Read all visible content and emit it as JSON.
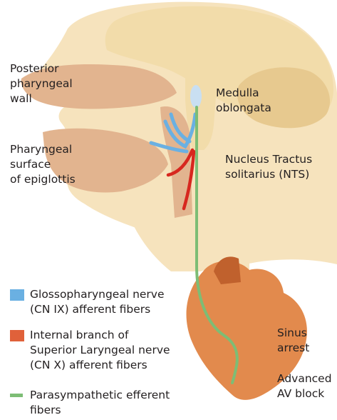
{
  "labels": {
    "posterior_pharyngeal_wall": "Posterior\npharyngeal\nwall",
    "pharyngeal_surface_epiglottis": "Pharyngeal\nsurface\nof epiglottis",
    "medulla_oblongata": "Medulla\noblongata",
    "nts": "Nucleus Tractus\nsolitarius (NTS)",
    "sinus_arrest": "Sinus\narrest",
    "av_block": "Advanced\nAV block"
  },
  "legend": [
    {
      "text": "Glossopharyngeal nerve\n(CN IX) afferent fibers",
      "color": "#6ab0e2",
      "shape": "square"
    },
    {
      "text": "Internal branch of\nSuperior Laryngeal nerve\n(CN X) afferent fibers",
      "color": "#e0613a",
      "shape": "square"
    },
    {
      "text": "Parasympathetic efferent\nfibers",
      "color": "#7dbd75",
      "shape": "line"
    }
  ],
  "colors": {
    "skin": "#f6e3bd",
    "skin_shadow": "#e9cb92",
    "brain": "#f2dcaa",
    "cerebellum": "#e7c98f",
    "cavity": "#e2b48f",
    "heart": "#e28a4d",
    "heart_dark": "#c0612d",
    "cn_ix": "#6ab0e2",
    "sln": "#d7271f",
    "efferent": "#7dbd75"
  }
}
